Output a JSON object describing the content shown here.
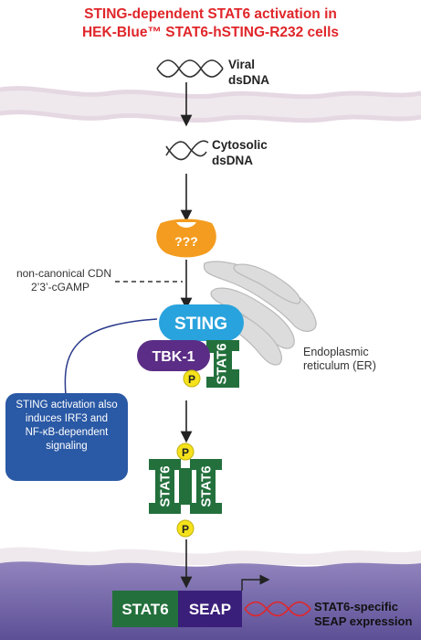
{
  "title_line1": "STING-dependent STAT6 activation in",
  "title_line2": "HEK-Blue™ STAT6-hSTING-R232 cells",
  "viral_dsdna": [
    "Viral",
    "dsDNA"
  ],
  "cytosolic_dsdna": [
    "Cytosolic",
    "dsDNA"
  ],
  "sensor_label": "???",
  "cdn_label": [
    "non-canonical CDN",
    "2’3’-cGAMP"
  ],
  "sting_label": "STING",
  "tbk1_label": "TBK-1",
  "stat6_label": "STAT6",
  "p_label": "P",
  "er_label": [
    "Endoplasmic",
    "reticulum (ER)"
  ],
  "note_lines": [
    "STING activation also",
    "induces IRF3 and",
    "NF-κB-dependent",
    "signaling"
  ],
  "seap_label": "SEAP",
  "expression_label": [
    "STAT6-specific",
    "SEAP expression"
  ],
  "colors": {
    "title": "#e0262a",
    "sting": "#29a3dd",
    "tbk1": "#5b2d86",
    "stat6": "#23703c",
    "phospho": "#f5e21b",
    "sensor": "#f39c1f",
    "note_box": "#2a59a5",
    "seap": "#3a1f7a",
    "nucleus": "#6b5ca0"
  }
}
